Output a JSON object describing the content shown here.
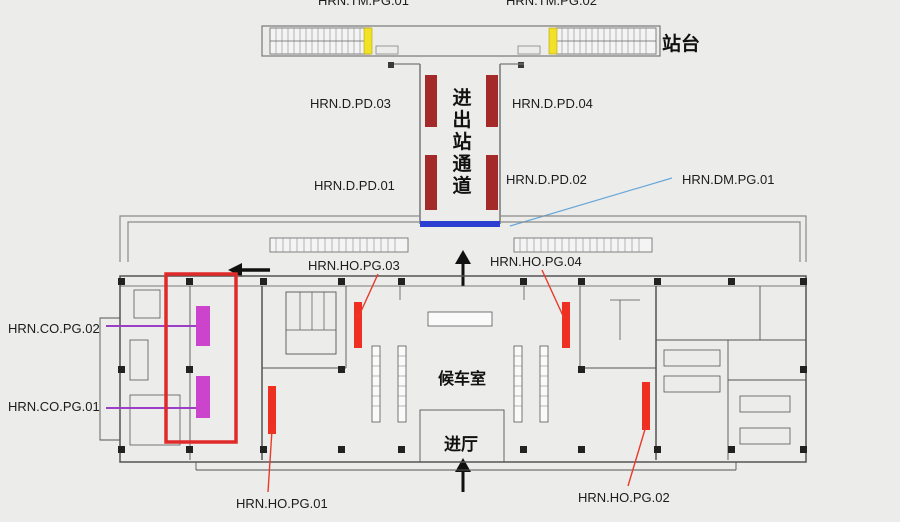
{
  "platform": {
    "label": "站台"
  },
  "passage": {
    "label": "进出站通道"
  },
  "waiting_hall": {
    "label": "候车室"
  },
  "entrance": {
    "label": "进厅"
  },
  "tags": {
    "tm_pg_01": "HRN.TM.PG.01",
    "tm_pg_02": "HRN.TM.PG.02",
    "d_pd_03": "HRN.D.PD.03",
    "d_pd_04": "HRN.D.PD.04",
    "d_pd_01": "HRN.D.PD.01",
    "d_pd_02": "HRN.D.PD.02",
    "dm_pg_01": "HRN.DM.PG.01",
    "ho_pg_03": "HRN.HO.PG.03",
    "ho_pg_04": "HRN.HO.PG.04",
    "co_pg_02": "HRN.CO.PG.02",
    "co_pg_01": "HRN.CO.PG.01",
    "ho_pg_01": "HRN.HO.PG.01",
    "ho_pg_02": "HRN.HO.PG.02"
  },
  "colors": {
    "background": "#ececeb",
    "wall": "#555555",
    "door_marker": "#a42a2a",
    "gate_marker": "#ee2f22",
    "co_marker": "#cc44cc",
    "dm_marker": "#2d3fd0",
    "tm_marker": "#f1e227",
    "highlight_box": "#e02a2a",
    "leader_blue": "#6aa8d8",
    "leader_purple": "#9b3fc7"
  }
}
